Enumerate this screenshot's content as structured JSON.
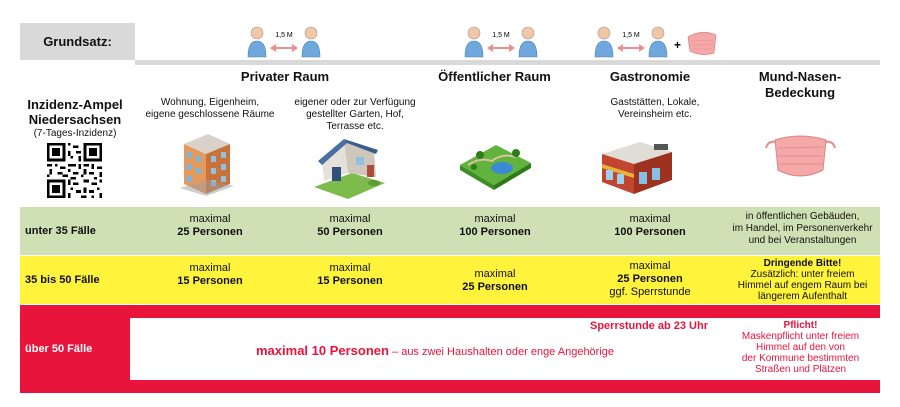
{
  "grundsatz": {
    "label": "Grundsatz:",
    "distance": "1,5 M",
    "plus": "+"
  },
  "header": {
    "ampel_title": "Inzidenz-Ampel\nNiedersachsen",
    "ampel_sub": "(7-Tages-Inzidenz)",
    "privat": "Privater Raum",
    "privat_sub1": "Wohnung, Eigenheim,\neigene geschlossene Räume",
    "privat_sub2": "eigener oder zur Verfügung\ngestellter Garten, Hof,\nTerrasse etc.",
    "oeffentlich": "Öffentlicher Raum",
    "gastro": "Gastronomie",
    "gastro_sub": "Gaststätten, Lokale,\nVereinsheim etc.",
    "maske": "Mund-Nasen-\nBedeckung"
  },
  "rows": {
    "green": {
      "label": "unter 35 Fälle",
      "c1a": "maximal",
      "c1b": "25 Personen",
      "c2a": "maximal",
      "c2b": "50 Personen",
      "c3a": "maximal",
      "c3b": "100 Personen",
      "c4a": "maximal",
      "c4b": "100 Personen",
      "c5": "in öffentlichen Gebäuden,\nim Handel, im Personenverkehr\nund bei Veranstaltungen"
    },
    "yellow": {
      "label": "35 bis 50 Fälle",
      "c1a": "maximal",
      "c1b": "15 Personen",
      "c2a": "maximal",
      "c2b": "15 Personen",
      "c3a": "maximal",
      "c3b": "25 Personen",
      "c4a": "maximal",
      "c4b": "25 Personen",
      "c4c": "ggf. Sperrstunde",
      "c5a": "Dringende Bitte!",
      "c5b": "Zusätzlich: unter freiem\nHimmel auf engem Raum bei\nlängerem Aufenthalt"
    },
    "red": {
      "label": "über 50 Fälle",
      "sperrstunde": "Sperrstunde ab 23 Uhr",
      "main_bold": "maximal 10 Personen",
      "main_rest": " – aus zwei Haushalten oder enge Angehörige",
      "pflicht": "Pflicht!",
      "pflicht_text": "Maskenpflicht unter freiem\nHimmel auf den von\nder Kommune bestimmten\nStraßen und Plätzen"
    }
  },
  "colors": {
    "green": "#cfe0b4",
    "yellow": "#fff33b",
    "red": "#e8143c",
    "grey": "#d9d9d9"
  },
  "icons": [
    "person-icon",
    "arrow-icon",
    "mask-icon",
    "apartment-building-icon",
    "house-garden-icon",
    "park-icon",
    "restaurant-icon",
    "qr-code-icon"
  ]
}
